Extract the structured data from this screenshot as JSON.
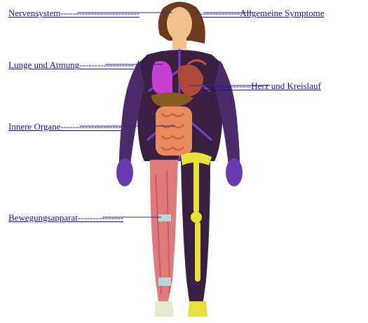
{
  "links": {
    "nervensystem": {
      "label": "Nervensystem",
      "dashes": "--------------------------"
    },
    "symptome": {
      "dashes": "-------------",
      "label": "Allgemeine Symptome"
    },
    "lunge": {
      "label": "Lunge und Atmung",
      "dashes": "------------------"
    },
    "herz": {
      "dashes": "----------------",
      "label": "Herz und Kreislauf"
    },
    "organe": {
      "label": "Innere Organe",
      "dashes": "--------------------"
    },
    "bewegung": {
      "label": "Bewegungsapparat",
      "dashes": "---------------"
    }
  },
  "colors": {
    "link": "#1a0dab",
    "skin": "#f1c08d",
    "hair": "#6b3a1f",
    "body_dark": "#3a2142",
    "nerve": "#7a3fc4",
    "lung": "#c83fd6",
    "heart": "#b04a3a",
    "organs": "#e98a5d",
    "liver": "#8a5a1e",
    "muscle": "#e07b7b",
    "bone": "#e7e23a"
  }
}
